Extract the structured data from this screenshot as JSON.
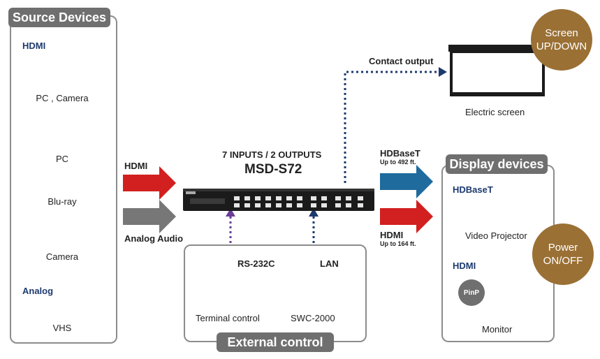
{
  "source_devices": {
    "title": "Source Devices",
    "hdmi_label": "HDMI",
    "analog_label": "Analog",
    "items": [
      "PC , Camera",
      "PC",
      "Blu-ray",
      "Camera",
      "VHS"
    ]
  },
  "switcher": {
    "subtitle": "7 INPUTS / 2 OUTPUTS",
    "model": "MSD-S72"
  },
  "inputs": {
    "hdmi": "HDMI",
    "analog_audio": "Analog Audio"
  },
  "outputs": {
    "hdbaset": "HDBaseT",
    "hdbaset_range": "Up to 492 ft.",
    "hdmi": "HDMI",
    "hdmi_range": "Up to 164 ft."
  },
  "contact_output": "Contact output",
  "electric_screen": "Electric screen",
  "screen_badge": {
    "line1": "Screen",
    "line2": "UP/DOWN"
  },
  "display_devices": {
    "title": "Display devices",
    "hdbaset_label": "HDBaseT",
    "projector": "Video Projector",
    "hdmi_label": "HDMI",
    "pinp": "PinP",
    "monitor": "Monitor"
  },
  "power_badge": {
    "line1": "Power",
    "line2": "ON/OFF"
  },
  "external_control": {
    "title": "External control",
    "rs232c": "RS-232C",
    "lan": "LAN",
    "terminal": "Terminal control",
    "swc": "SWC-2000"
  },
  "colors": {
    "hdmi_arrow": "#d22020",
    "analog_arrow": "#777777",
    "hdbaset_arrow": "#1f6b9e",
    "rs232c_line": "#6a3d96",
    "lan_line": "#1d3a6e",
    "badge": "#9a7035"
  }
}
